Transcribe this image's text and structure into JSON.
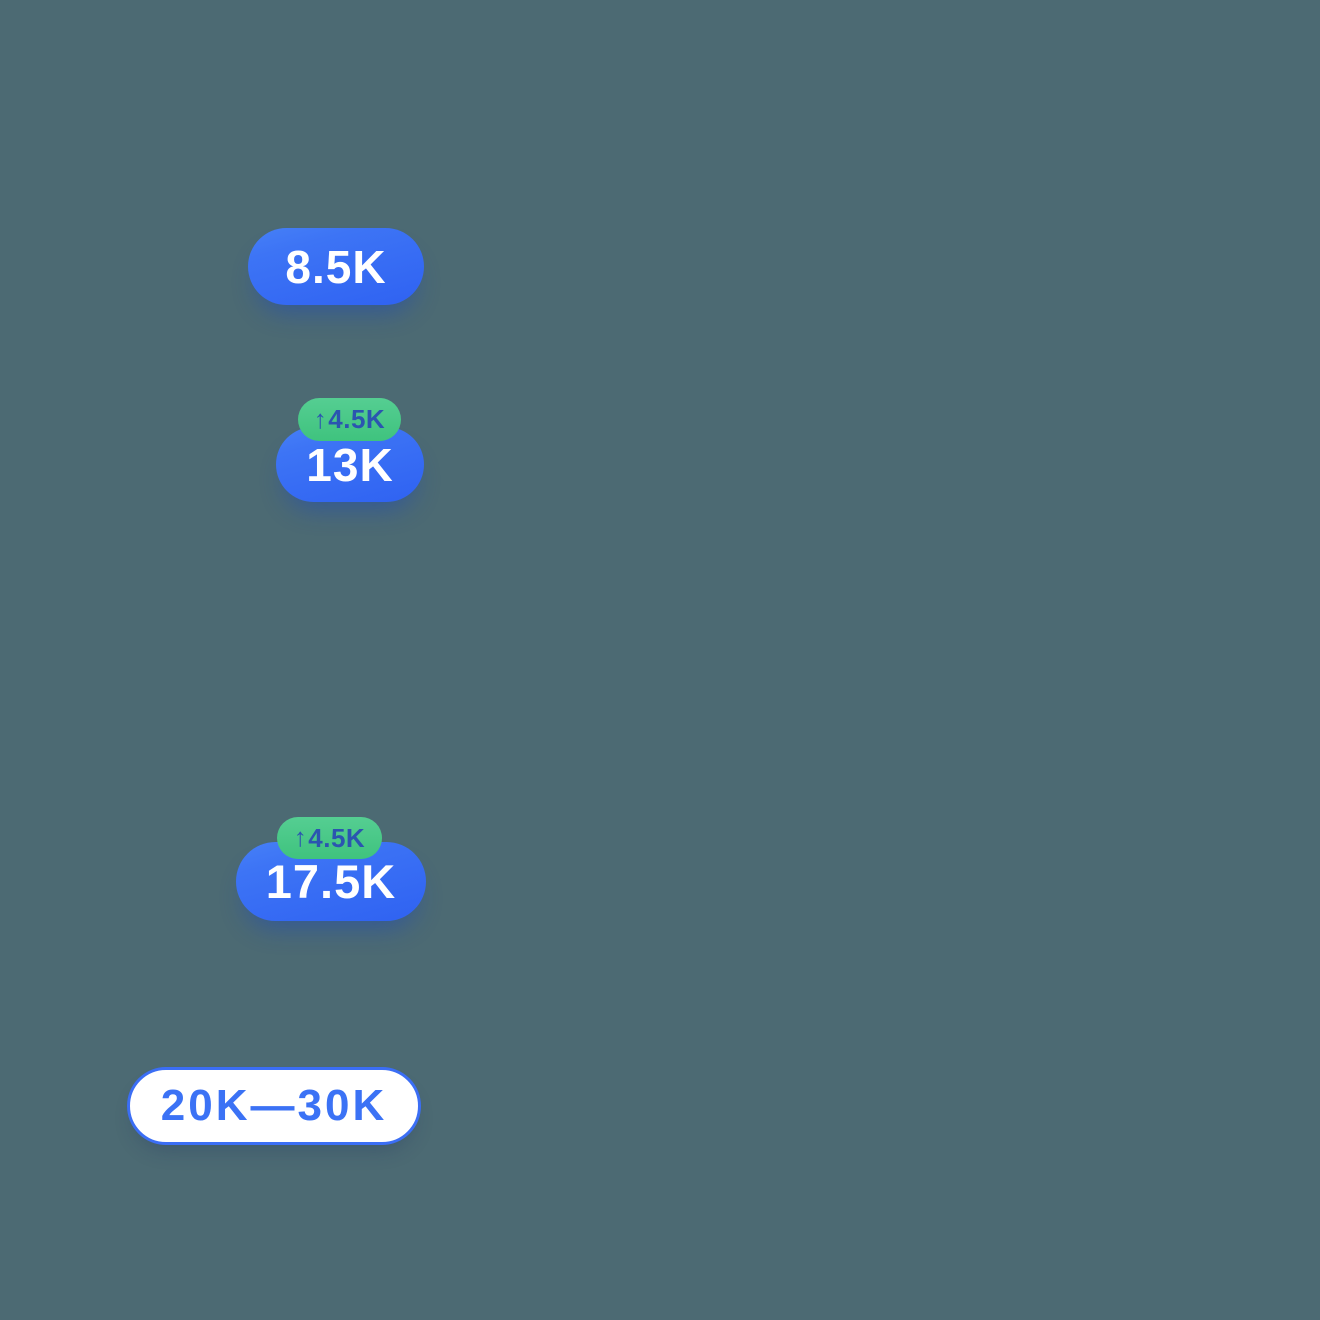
{
  "canvas": {
    "background_color": "#4C6A73"
  },
  "palette": {
    "pill_blue_gradient_start": "#4680F7",
    "pill_blue_gradient_end": "#2F62F2",
    "pill_text_white": "#FFFFFF",
    "tag_green_gradient_start": "#55CE92",
    "tag_green_gradient_end": "#3FC37E",
    "tag_text_blue": "#2B55B0",
    "range_border_blue": "#3B6EF5",
    "range_text_blue": "#3B72F5"
  },
  "badges": {
    "value1": {
      "label": "8.5K"
    },
    "value2": {
      "label": "13K",
      "delta": {
        "arrow": "↑",
        "label": "4.5K"
      }
    },
    "value3": {
      "label": "17.5K",
      "delta": {
        "arrow": "↑",
        "label": "4.5K"
      }
    },
    "range": {
      "label": "20K—30K"
    }
  }
}
